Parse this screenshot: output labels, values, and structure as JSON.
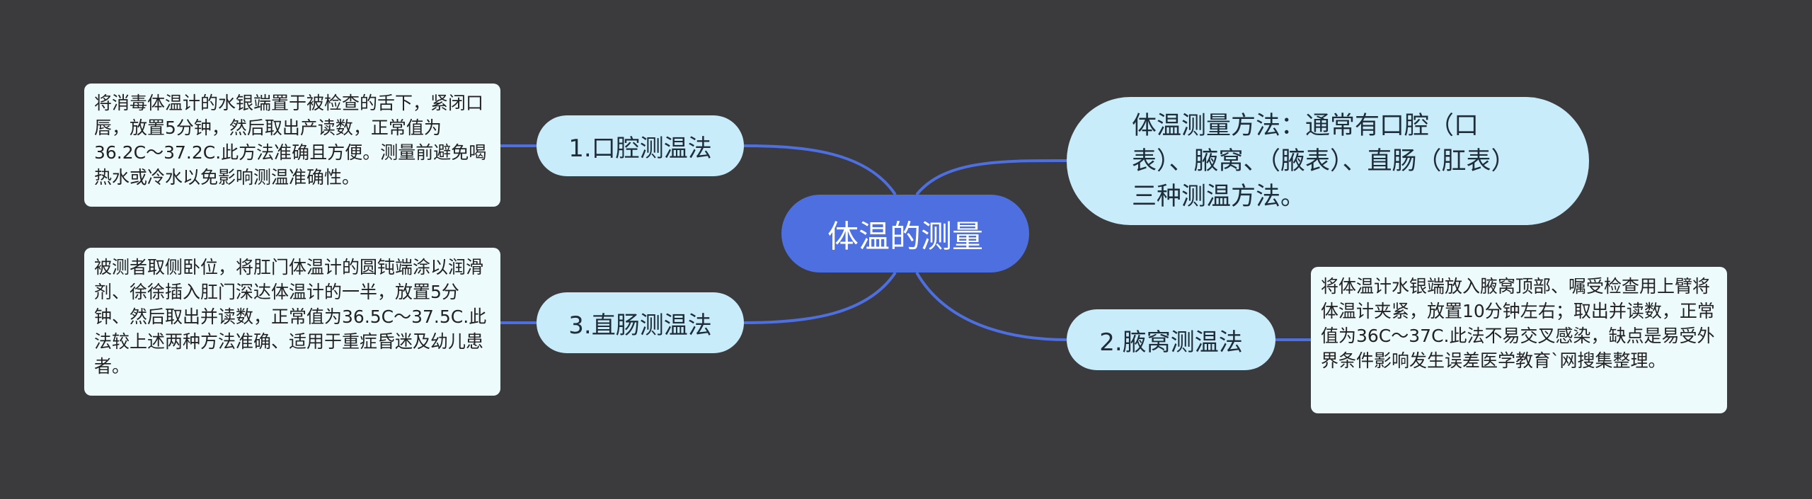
{
  "colors": {
    "background": "#3b3b3d",
    "root_fill": "#4e6fe0",
    "branch_fill": "#c9ecfb",
    "leaf_fill": "#eefbfd",
    "link": "#4e6fe0"
  },
  "mindmap": {
    "root": "体温的测量",
    "summary": "体温测量方法：通常有口腔（口表）、腋窝、（腋表）、直肠（肛表）三种测温方法。",
    "oral": {
      "title": "1.口腔测温法",
      "detail": "将消毒体温计的水银端置于被检查的舌下，紧闭口唇，放置5分钟，然后取出产读数，正常值为36.2C～37.2C.此方法准确且方便。测量前避免喝热水或冷水以免影响测温准确性。"
    },
    "axillary": {
      "title": "2.腋窝测温法",
      "detail": "将体温计水银端放入腋窝顶部、嘱受检查用上臂将体温计夹紧，放置10分钟左右；取出并读数，正常值为36C～37C.此法不易交叉感染，缺点是易受外界条件影响发生误差医学教育`网搜集整理。"
    },
    "rectal": {
      "title": "3.直肠测温法",
      "detail": "被测者取侧卧位，将肛门体温计的圆钝端涂以润滑剂、徐徐插入肛门深达体温计的一半，放置5分钟、然后取出并读数，正常值为36.5C～37.5C.此法较上述两种方法准确、适用于重症昏迷及幼儿患者。"
    }
  }
}
